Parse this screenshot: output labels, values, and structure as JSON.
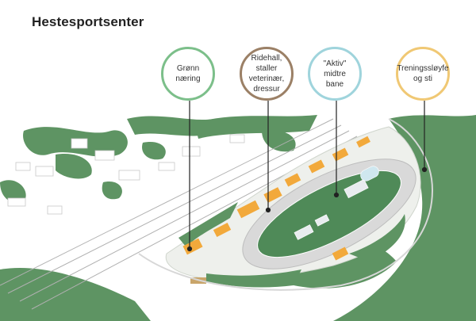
{
  "title": "Hestesportsenter",
  "callouts": [
    {
      "text": "Grønn\nnæring",
      "color": "#7cbf8a"
    },
    {
      "text": "Ridehall,\nstaller\nveterinær,\ndressur",
      "color": "#9b8066"
    },
    {
      "text": "\"Aktiv\" midtre\nbane",
      "color": "#9fd4dc"
    },
    {
      "text": "Treningssløyfe\nog sti",
      "color": "#f0c874"
    }
  ],
  "colors": {
    "vegetation": "#5e9463",
    "track": "#d9d9d9",
    "infield": "#4f8a58",
    "roof": "#f2a93b"
  }
}
